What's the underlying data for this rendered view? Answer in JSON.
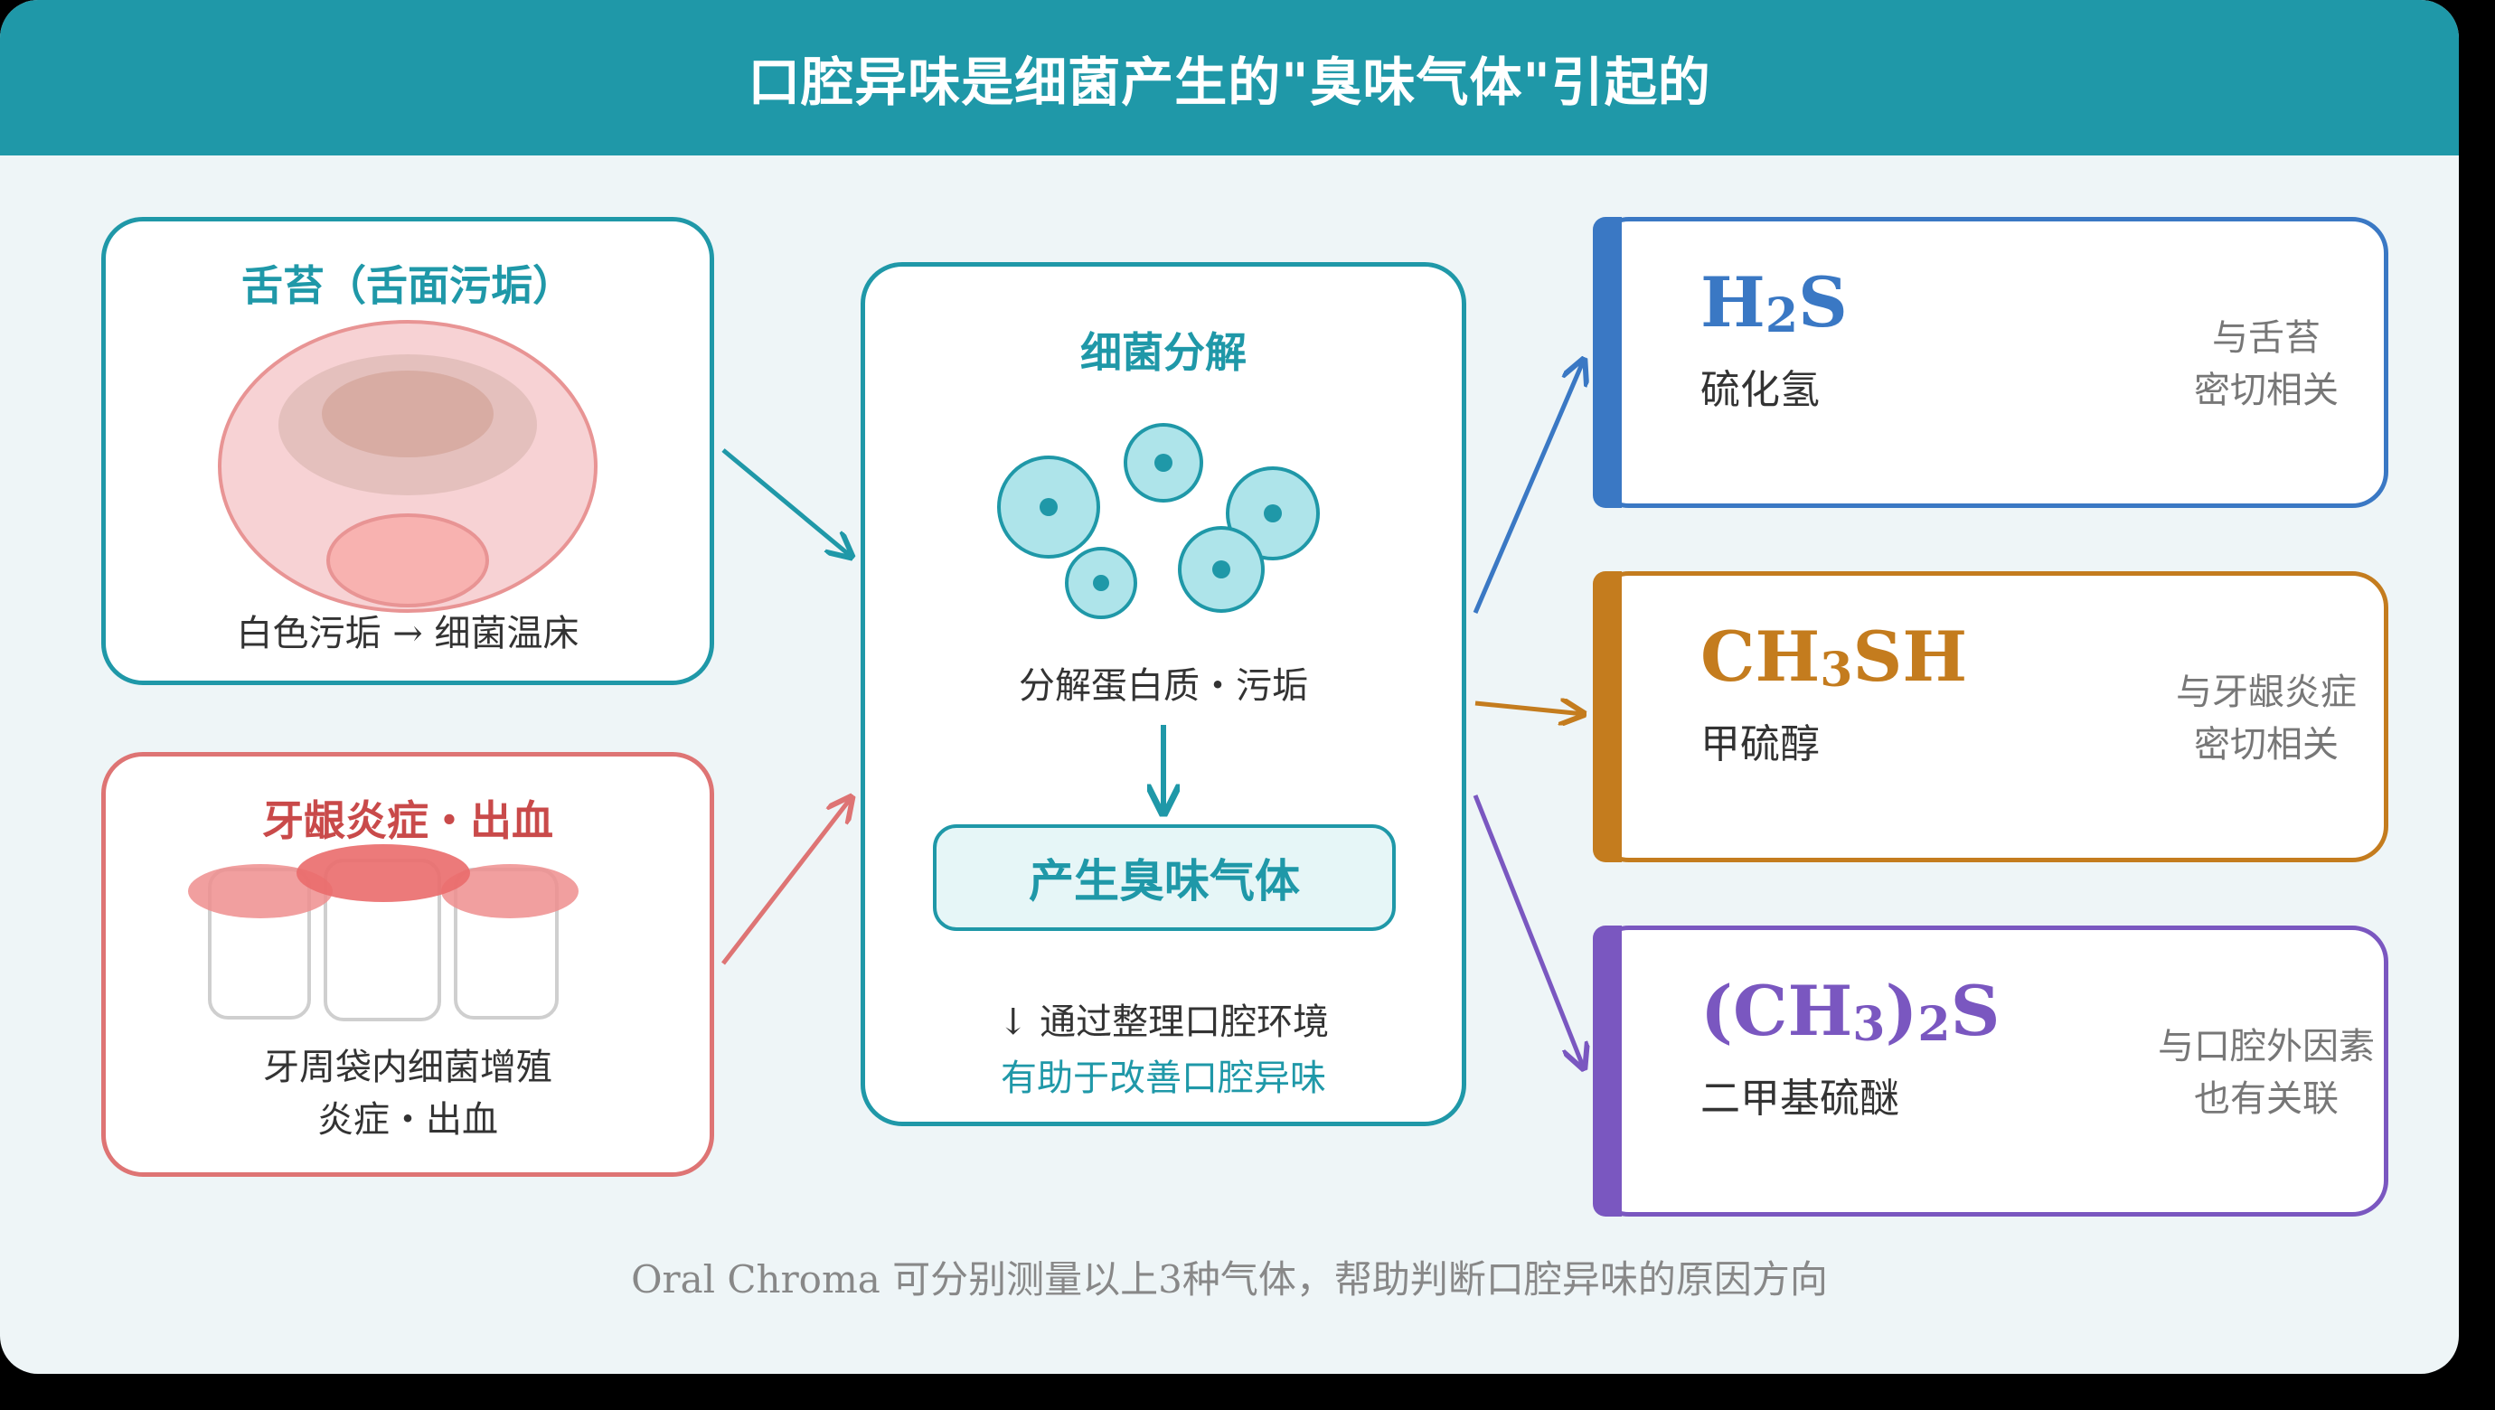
{
  "header": {
    "title": "口腔异味是细菌产生的\"臭味气体\"引起的"
  },
  "tongue": {
    "title": "舌苔（舌面污垢）",
    "caption": "白色污垢 → 细菌温床"
  },
  "gum": {
    "title": "牙龈炎症・出血",
    "caption_line1": "牙周袋内细菌增殖",
    "caption_line2": "炎症・出血"
  },
  "center": {
    "title": "细菌分解",
    "caption": "分解蛋白质・污垢",
    "produce_label": "产生臭味气体",
    "tip_line1": "↓ 通过整理口腔环境",
    "tip_line2": "有助于改善口腔异味"
  },
  "gases": [
    {
      "formula_parts": [
        "H",
        "2",
        "S"
      ],
      "name": "硫化氢",
      "note_line1": "与舌苔",
      "note_line2": "密切相关",
      "color": "#3a78c4"
    },
    {
      "formula_parts": [
        "CH",
        "3",
        "SH"
      ],
      "name": "甲硫醇",
      "note_line1": "与牙龈炎症",
      "note_line2": "密切相关",
      "color": "#c47c1e"
    },
    {
      "formula_parts": [
        "(CH",
        "3",
        ")",
        "2",
        "S"
      ],
      "name": "二甲基硫醚",
      "note_line1": "与口腔外因素",
      "note_line2": "也有关联",
      "color": "#7a57c0"
    }
  ],
  "footer": {
    "note": "Oral Chroma 可分别测量以上3种气体，帮助判断口腔异味的原因方向"
  },
  "colors": {
    "teal": "#1f98a8",
    "red": "#de7474",
    "blue": "#3a78c4",
    "orange": "#c47c1e",
    "purple": "#7a57c0"
  }
}
